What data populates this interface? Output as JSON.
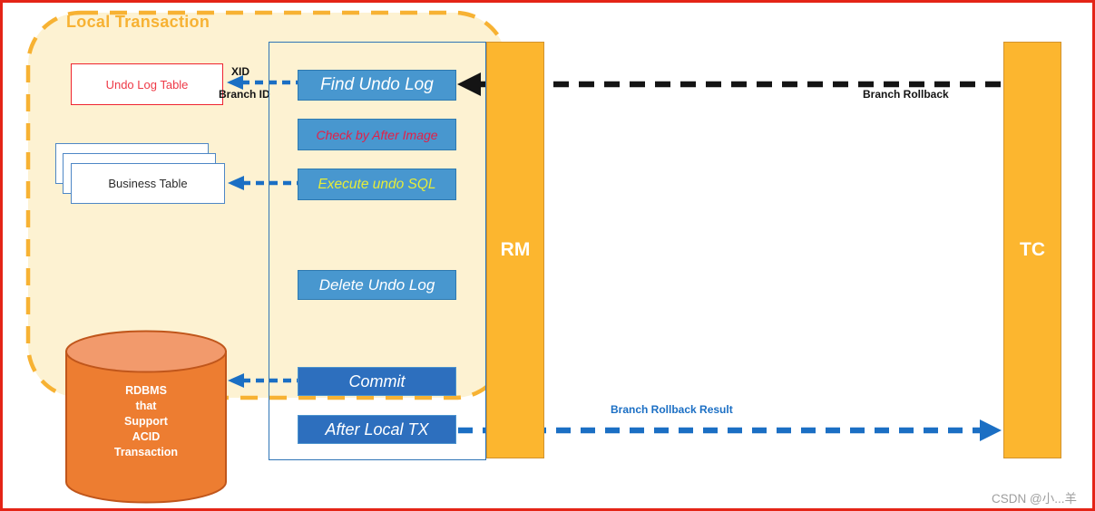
{
  "title": "Local Transaction",
  "tables": {
    "undo_log": "Undo Log Table",
    "business": "Business Table"
  },
  "steps": {
    "find_undo_log": "Find Undo Log",
    "check_by_after_image": "Check by After Image",
    "execute_undo_sql": "Execute undo SQL",
    "delete_undo_log": "Delete Undo Log",
    "commit": "Commit",
    "after_local_tx": "After Local TX"
  },
  "lanes": {
    "rm": "RM",
    "tc": "TC"
  },
  "labels": {
    "xid": "XID",
    "branch_id": "Branch ID",
    "branch_rollback": "Branch Rollback",
    "branch_rollback_result": "Branch Rollback Result"
  },
  "database": {
    "lines": [
      "RDBMS",
      "that",
      "Support",
      "ACID",
      "Transaction"
    ]
  },
  "watermark": "CSDN @小...羊",
  "colors": {
    "frame_border": "#e42417",
    "region_fill": "#fdf2d2",
    "region_dash": "#f7b233",
    "lane_orange": "#fcb62f",
    "step_light_blue": "#4897cf",
    "step_dark_blue": "#2d6fbe",
    "arrow_blue": "#1b6fc4",
    "arrow_black": "#141414",
    "undo_red": "#ee3a47",
    "check_text_red": "#e41f47",
    "exec_text_yellow": "#e6ec3a",
    "cylinder_orange": "#ed7d31",
    "cylinder_top": "#f29a6c"
  }
}
